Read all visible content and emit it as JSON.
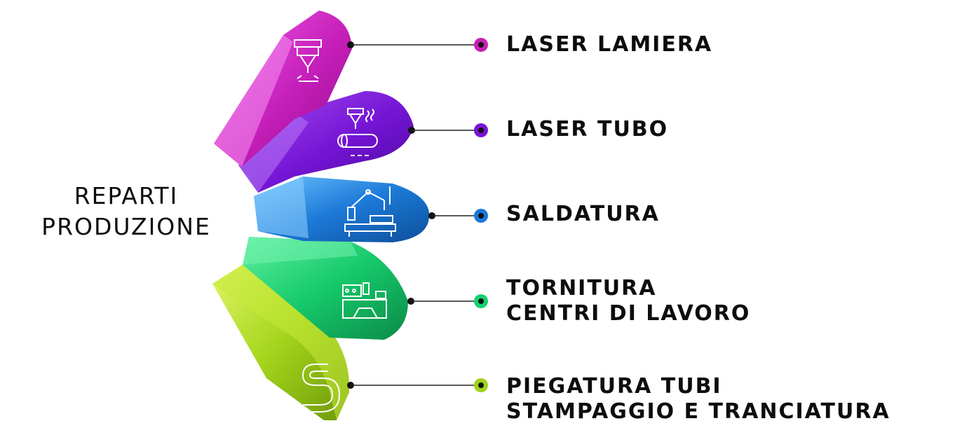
{
  "title": {
    "line1": "REPARTI",
    "line2": "PRODUZIONE"
  },
  "departments": [
    {
      "lines": [
        "LASER LAMIERA"
      ],
      "color": "#c820b8",
      "icon": "laser-cutter-icon"
    },
    {
      "lines": [
        "LASER TUBO"
      ],
      "color": "#7a14d6",
      "icon": "tube-laser-icon"
    },
    {
      "lines": [
        "SALDATURA"
      ],
      "color": "#1a78d8",
      "icon": "welding-robot-icon"
    },
    {
      "lines": [
        "TORNITURA",
        "CENTRI DI LAVORO"
      ],
      "color": "#16d070",
      "icon": "lathe-machine-icon"
    },
    {
      "lines": [
        "PIEGATURA TUBI",
        "STAMPAGGIO E TRANCIATURA"
      ],
      "color": "#9fd21a",
      "icon": "bent-tube-icon"
    }
  ]
}
